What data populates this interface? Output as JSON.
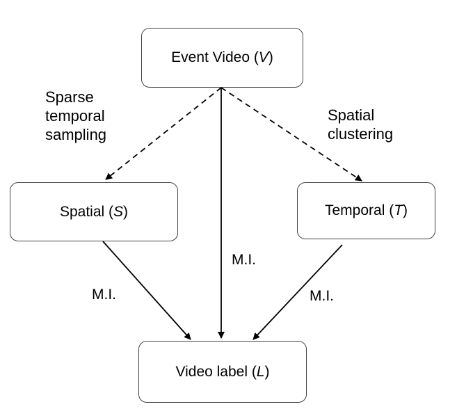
{
  "nodes": {
    "event_video": {
      "text": "Event Video (",
      "var": "V",
      "close": ")"
    },
    "spatial": {
      "text": "Spatial (",
      "var": "S",
      "close": ")"
    },
    "temporal": {
      "text": "Temporal (",
      "var": "T",
      "close": ")"
    },
    "video_label": {
      "text": "Video label (",
      "var": "L",
      "close": ")"
    }
  },
  "edge_labels": {
    "sparse_temporal_sampling": [
      "Sparse",
      "temporal",
      "sampling"
    ],
    "spatial_clustering": [
      "Spatial",
      "clustering"
    ],
    "mi_spatial": "M.I.",
    "mi_center": "M.I.",
    "mi_temporal": "M.I."
  }
}
